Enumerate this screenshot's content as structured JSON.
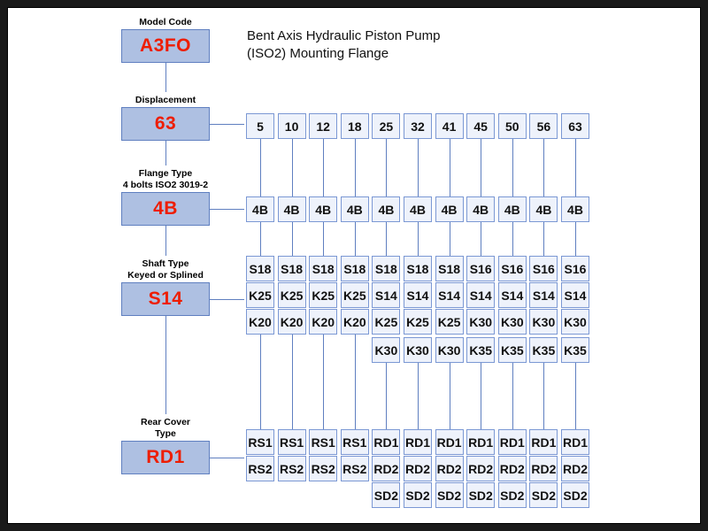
{
  "title": "Bent Axis Hydraulic Piston Pump\n(ISO2) Mounting Flange",
  "colors": {
    "selected_box_fill": "#aec0e2",
    "selected_box_border": "#5f7fc0",
    "selected_text": "#ee1d00",
    "cell_fill": "#eef2fb",
    "cell_border": "#7b98d4",
    "connector": "#5f7fc0",
    "frame": "#1a1a1a"
  },
  "sections": [
    {
      "key": "model_code",
      "label": "Model Code",
      "selected": "A3FO",
      "rows": []
    },
    {
      "key": "displacement",
      "label": "Displacement",
      "selected": "63",
      "rows": [
        [
          "5",
          "10",
          "12",
          "18",
          "25",
          "32",
          "41",
          "45",
          "50",
          "56",
          "63"
        ]
      ]
    },
    {
      "key": "flange_type",
      "label": "Flange Type\n4 bolts ISO2 3019-2",
      "selected": "4B",
      "rows": [
        [
          "4B",
          "4B",
          "4B",
          "4B",
          "4B",
          "4B",
          "4B",
          "4B",
          "4B",
          "4B",
          "4B"
        ]
      ]
    },
    {
      "key": "shaft_type",
      "label": "Shaft Type\nKeyed or Splined",
      "selected": "S14",
      "rows": [
        [
          "S18",
          "S18",
          "S18",
          "S18",
          "S18",
          "S18",
          "S18",
          "S16",
          "S16",
          "S16",
          "S16"
        ],
        [
          "K25",
          "K25",
          "K25",
          "K25",
          "S14",
          "S14",
          "S14",
          "S14",
          "S14",
          "S14",
          "S14"
        ],
        [
          "K20",
          "K20",
          "K20",
          "K20",
          "K25",
          "K25",
          "K25",
          "K30",
          "K30",
          "K30",
          "K30"
        ],
        [
          "",
          "",
          "",
          "",
          "K30",
          "K30",
          "K30",
          "K35",
          "K35",
          "K35",
          "K35"
        ]
      ]
    },
    {
      "key": "rear_cover_type",
      "label": "Rear Cover\nType",
      "selected": "RD1",
      "rows": [
        [
          "RS1",
          "RS1",
          "RS1",
          "RS1",
          "RD1",
          "RD1",
          "RD1",
          "RD1",
          "RD1",
          "RD1",
          "RD1"
        ],
        [
          "RS2",
          "RS2",
          "RS2",
          "RS2",
          "RD2",
          "RD2",
          "RD2",
          "RD2",
          "RD2",
          "RD2",
          "RD2"
        ],
        [
          "",
          "",
          "",
          "",
          "SD2",
          "SD2",
          "SD2",
          "SD2",
          "SD2",
          "SD2",
          "SD2"
        ]
      ]
    }
  ]
}
